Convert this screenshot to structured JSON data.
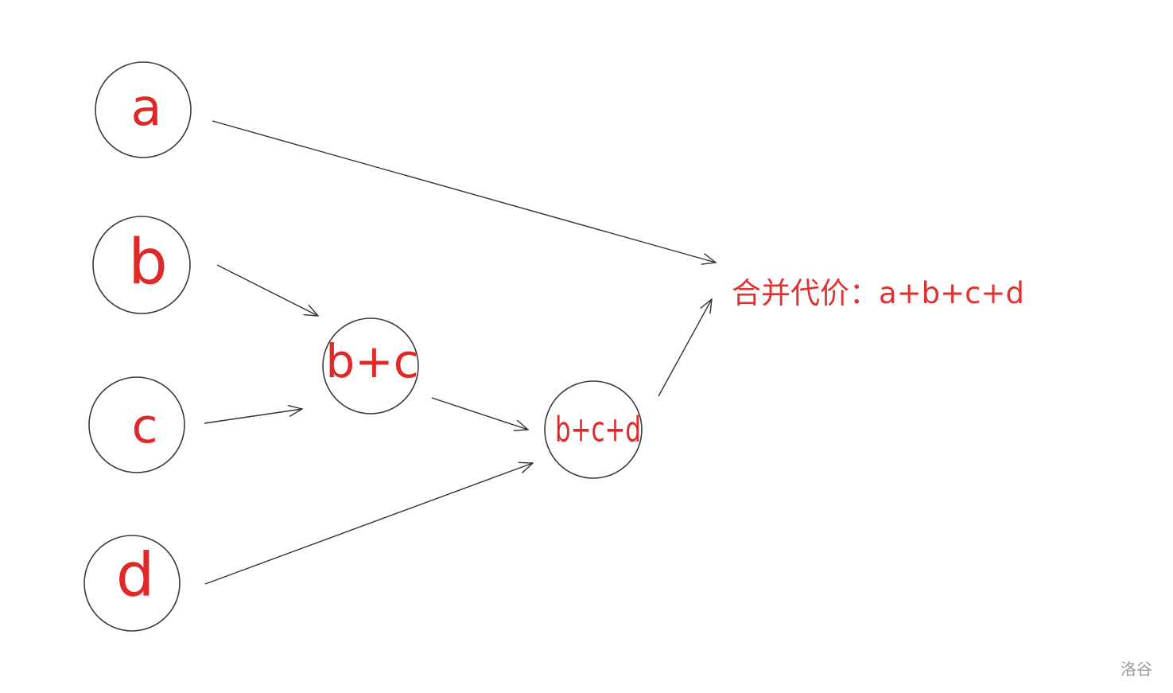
{
  "nodes": {
    "a": "a",
    "b": "b",
    "c": "c",
    "d": "d",
    "bc": "b+c",
    "bcd": "b+c+d"
  },
  "result_text": "合并代价：a+b+c+d",
  "watermark": "洛谷",
  "colors": {
    "accent": "#e02828",
    "stroke": "#333333"
  }
}
